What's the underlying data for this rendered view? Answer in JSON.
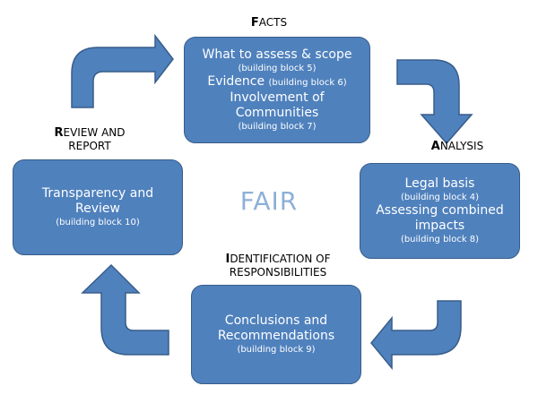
{
  "center": {
    "title": "FAIR"
  },
  "headings": {
    "facts": {
      "initial": "F",
      "rest": "ACTS"
    },
    "analysis": {
      "initial": "A",
      "rest": "NALYSIS"
    },
    "identification": {
      "initial": "I",
      "rest_line1": "DENTIFICATION OF",
      "line2": "RESPONSIBILITIES"
    },
    "review": {
      "initial": "R",
      "rest_line1": "EVIEW AND",
      "line2": "REPORT"
    }
  },
  "boxes": {
    "facts": {
      "item1": "What to assess & scope",
      "item1_sub": "(building block 5)",
      "item2": "Evidence",
      "item2_sub": "(building block 6)",
      "item3": "Involvement of Communities",
      "item3_sub": "(building block 7)"
    },
    "analysis": {
      "item1": "Legal basis",
      "item1_sub": "(building block 4)",
      "item2": "Assessing combined impacts",
      "item2_sub": "(building block 8)"
    },
    "identification": {
      "item1": "Conclusions and Recommendations",
      "item1_sub": "(building block 9)"
    },
    "review": {
      "item1": "Transparency and Review",
      "item1_sub": "(building block 10)"
    }
  },
  "colors": {
    "box_fill": "#4f81bd",
    "box_border": "#385d8a",
    "center_title": "#8eb0d8"
  }
}
